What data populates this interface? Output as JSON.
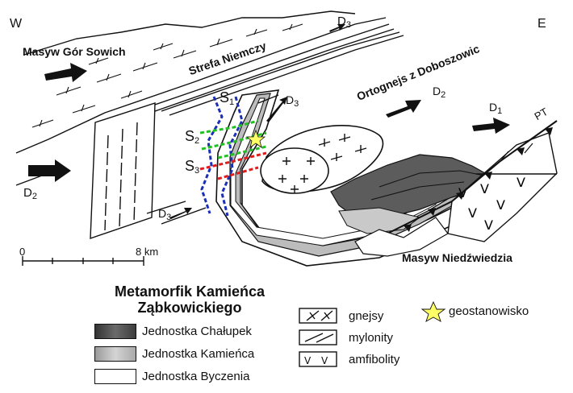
{
  "compass": {
    "west": "W",
    "east": "E"
  },
  "regions": {
    "gory_sowie": "Masyw Gór Sowich",
    "strefa": "Strefa Niemczy",
    "ortognejs": "Ortognejs z Doboszowic",
    "niedzwiedz": "Masyw Niedźwiedzia"
  },
  "deformations": {
    "d_letter": "D",
    "d3_top": "3",
    "d3_mid": "3",
    "d3_bottom": "3",
    "d2_right": "2",
    "d2_left": "2",
    "d1": "1",
    "pt": "PT"
  },
  "foliations": {
    "s_letter": "S",
    "s1": "1",
    "s2": "2",
    "s3": "3"
  },
  "scale": {
    "zero": "0",
    "end": "8 km"
  },
  "legend": {
    "title_line1": "Metamorfik Kamieńca",
    "title_line2": "Ząbkowickiego",
    "units": [
      {
        "label": "Jednostka Chałupek",
        "color": "#5a5a5a"
      },
      {
        "label": "Jednostka Kamieńca",
        "color": "#b9b9b9"
      },
      {
        "label": "Jednostka Byczenia",
        "color": "#ffffff"
      }
    ],
    "rocks": [
      {
        "label": "gnejsy",
        "icon": "gneiss-symbol"
      },
      {
        "label": "mylonity",
        "icon": "mylonite-symbol"
      },
      {
        "label": "amfibolity",
        "icon": "amphibolite-symbol"
      }
    ],
    "site": {
      "label": "geostanowisko",
      "icon": "star-icon",
      "color": "#ffff66"
    }
  }
}
